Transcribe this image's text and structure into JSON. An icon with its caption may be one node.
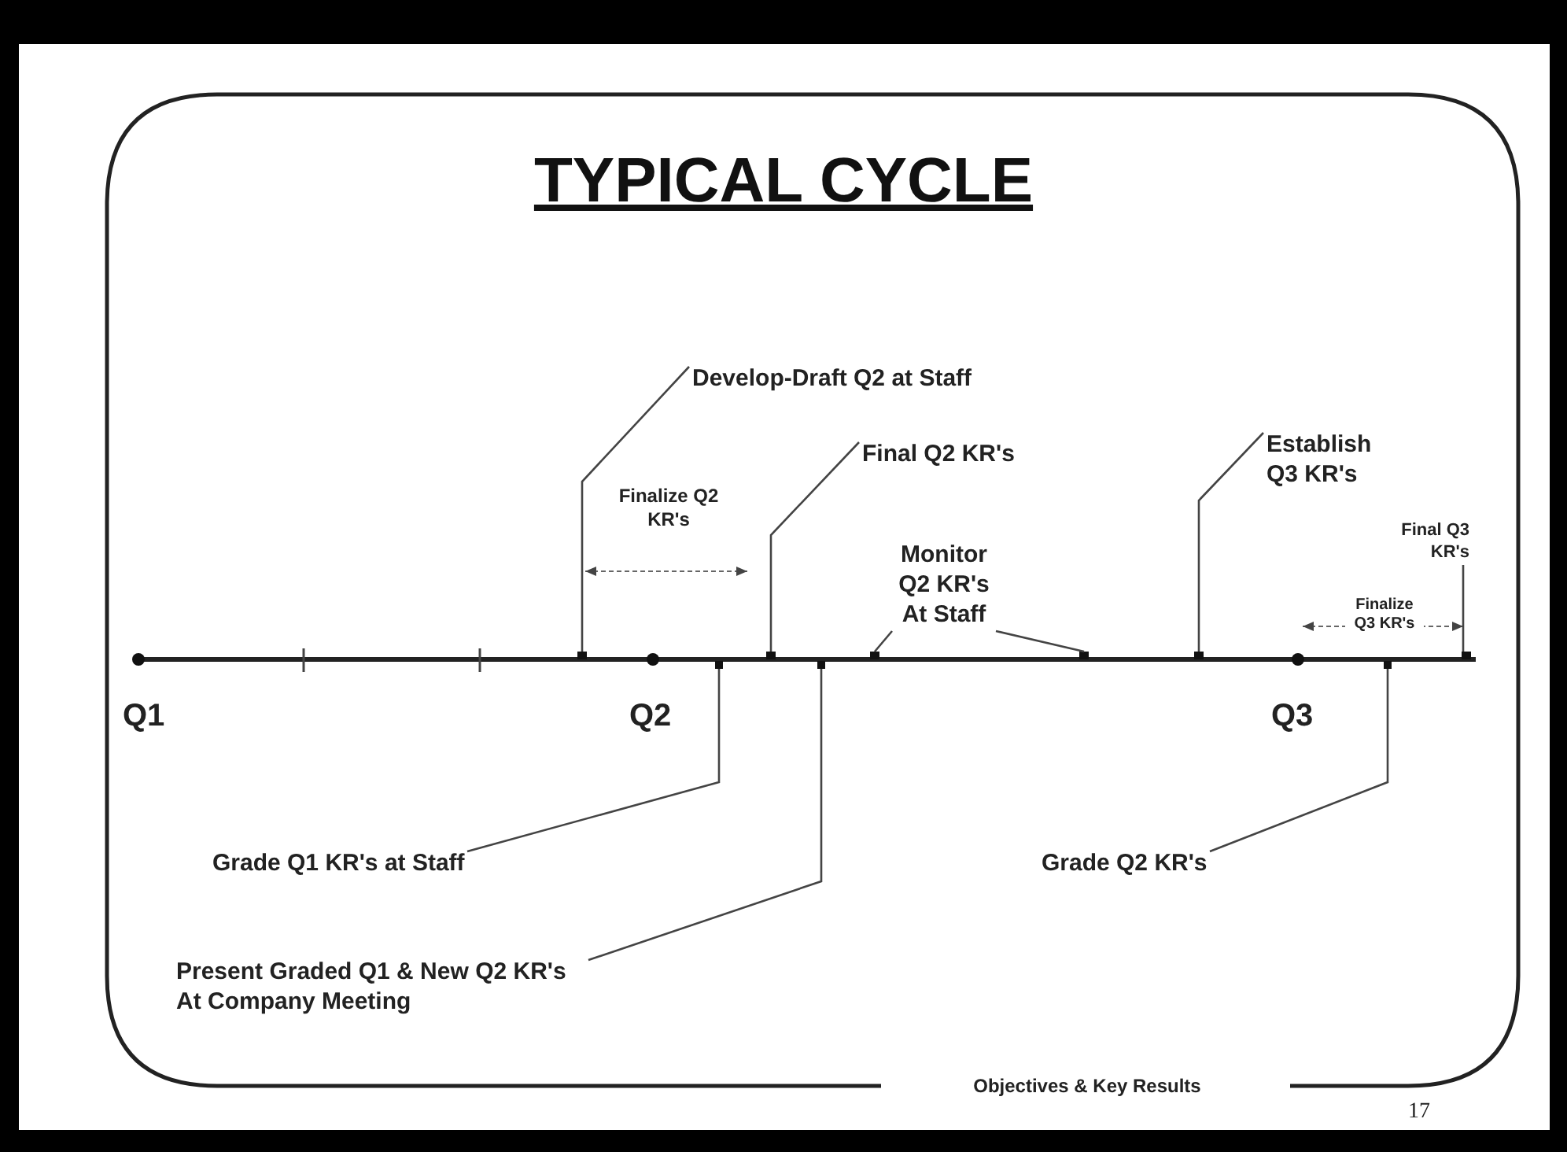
{
  "diagram": {
    "title": "TYPICAL CYCLE",
    "nodes": [
      {
        "text": [
          "Develop-Draft Q2 at Staff"
        ]
      },
      {
        "text": [
          "Final Q2 KR's"
        ]
      },
      {
        "text": [
          "Monitor Q2 KR's At Staff"
        ]
      },
      {
        "text": [
          "Establish Q3 KR's"
        ]
      },
      {
        "text": [
          "Final Q3 KR's"
        ]
      },
      {
        "text": [
          "Grade Q1 KR's at Staff"
        ]
      },
      {
        "text": [
          "Present Graded Q1 & New Q2 KR's At Company Meeting"
        ]
      },
      {
        "text": [
          "Grade Q2 KR's"
        ]
      }
    ],
    "edges": [
      {
        "from": 0,
        "to": null,
        "arrow": "none"
      },
      {
        "from": 1,
        "to": null,
        "arrow": "none"
      },
      {
        "from": 2,
        "to": null,
        "arrow": "none"
      },
      {
        "from": 2,
        "to": null,
        "arrow": "none"
      },
      {
        "from": 3,
        "to": null,
        "arrow": "none"
      },
      {
        "from": 4,
        "to": null,
        "arrow": "none"
      },
      {
        "from": 5,
        "to": null,
        "arrow": "none"
      },
      {
        "from": 6,
        "to": null,
        "arrow": "none"
      },
      {
        "from": 7,
        "to": null,
        "arrow": "none"
      }
    ],
    "labels": [
      "Finalize Q2 KR's",
      "Finalize Q3 KR's",
      "Q1",
      "Q2",
      "Q3",
      "Objectives & Key Results",
      "17"
    ]
  }
}
